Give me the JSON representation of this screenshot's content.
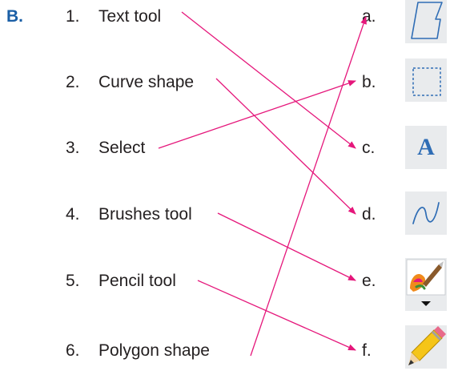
{
  "section": {
    "label": "B."
  },
  "left_items": [
    {
      "number": "1.",
      "label": "Text tool"
    },
    {
      "number": "2.",
      "label": "Curve shape"
    },
    {
      "number": "3.",
      "label": "Select"
    },
    {
      "number": "4.",
      "label": "Brushes tool"
    },
    {
      "number": "5.",
      "label": "Pencil tool"
    },
    {
      "number": "6.",
      "label": "Polygon shape"
    }
  ],
  "right_items": [
    {
      "letter": "a.",
      "icon": "polygon-shape-icon"
    },
    {
      "letter": "b.",
      "icon": "select-rectangle-icon"
    },
    {
      "letter": "c.",
      "icon": "text-tool-icon",
      "glyph": "A"
    },
    {
      "letter": "d.",
      "icon": "curve-shape-icon"
    },
    {
      "letter": "e.",
      "icon": "brushes-tool-icon"
    },
    {
      "letter": "f.",
      "icon": "pencil-tool-icon"
    }
  ],
  "matches": [
    {
      "from": "1.",
      "to": "c."
    },
    {
      "from": "2.",
      "to": "d."
    },
    {
      "from": "3.",
      "to": "b."
    },
    {
      "from": "4.",
      "to": "e."
    },
    {
      "from": "5.",
      "to": "f."
    },
    {
      "from": "6.",
      "to": "a."
    }
  ],
  "colors": {
    "arrow": "#e5177b",
    "section_label": "#1b5fa6",
    "icon_background": "#e9ebed",
    "icon_accent": "#2f6db5"
  }
}
